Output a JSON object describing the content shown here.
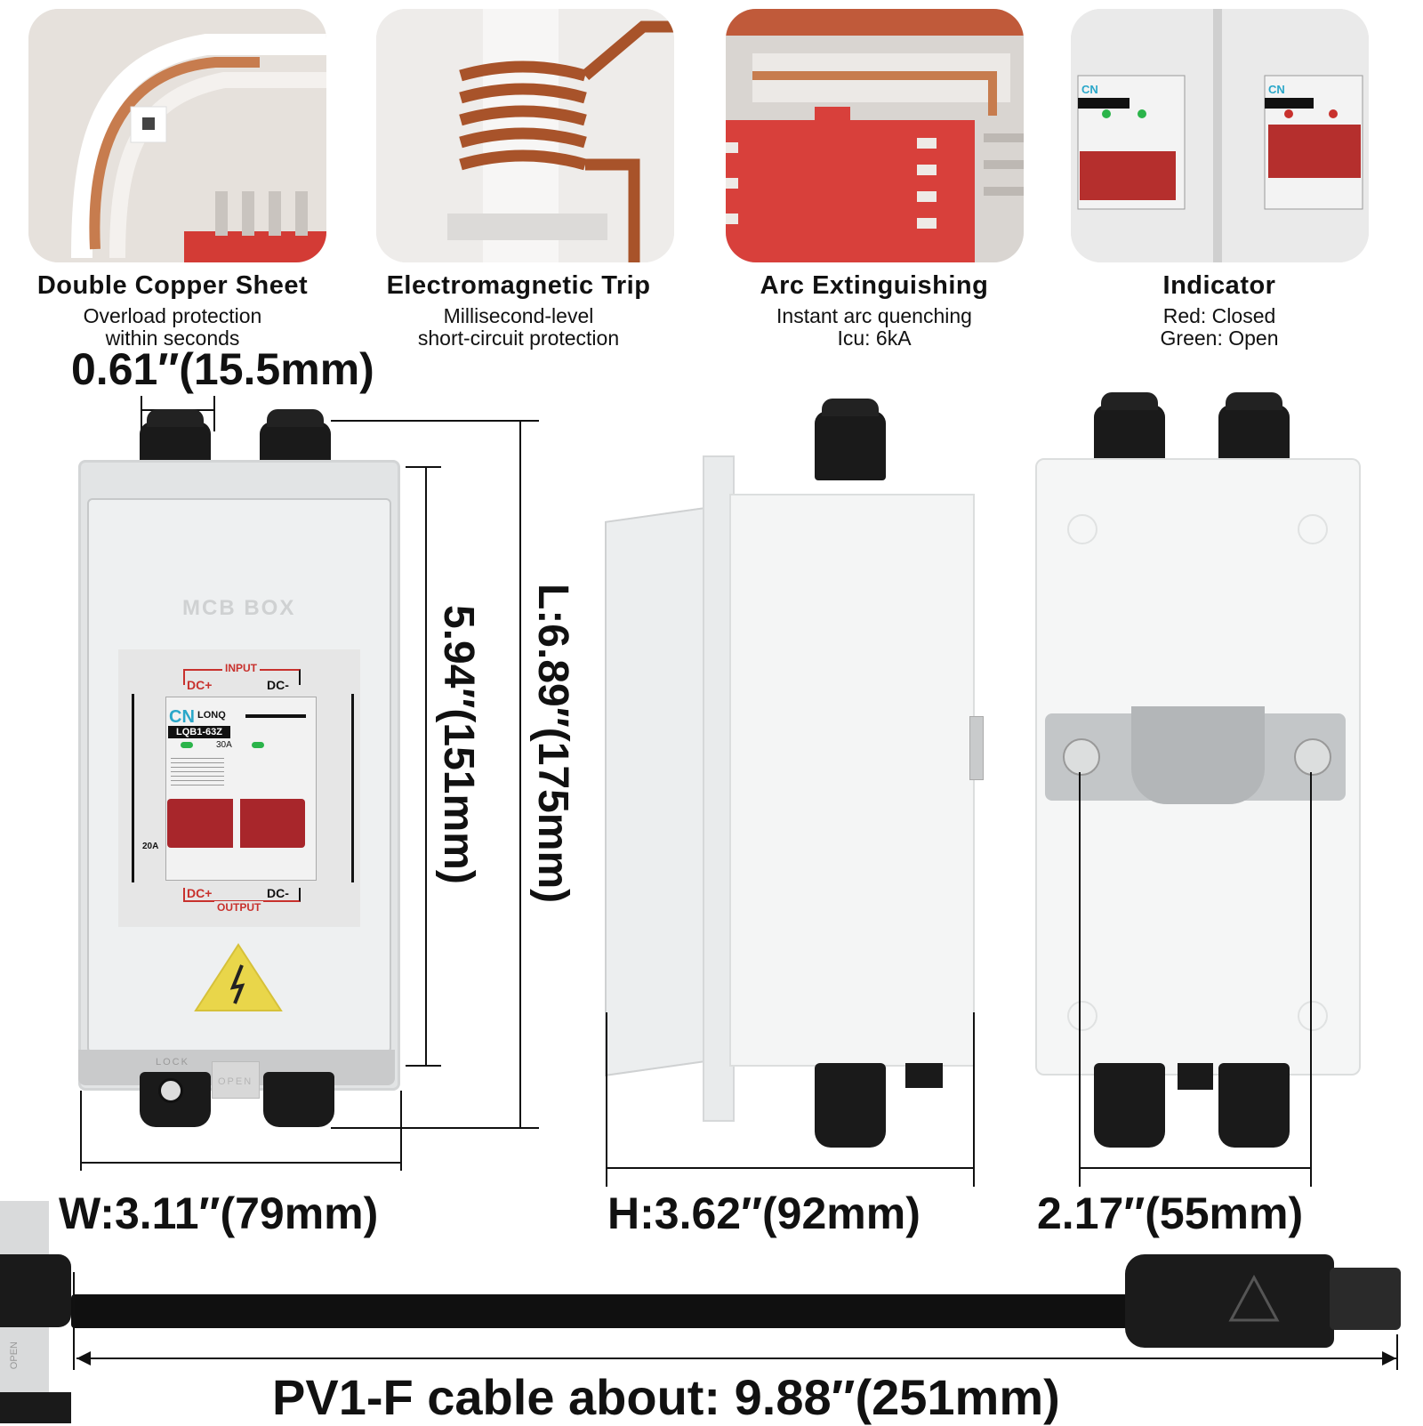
{
  "features": [
    {
      "title": "Double Copper Sheet",
      "line1": "Overload protection",
      "line2": "within seconds"
    },
    {
      "title": "Electromagnetic Trip",
      "line1": "Millisecond-level",
      "line2": "short-circuit protection"
    },
    {
      "title": "Arc Extinguishing",
      "line1": "Instant arc quenching",
      "line2": "Icu: 6kA"
    },
    {
      "title": "Indicator",
      "line1": "Red: Closed",
      "line2": "Green: Open"
    }
  ],
  "dimensions": {
    "gland": "0.61″(15.5mm)",
    "inner": "5.94″(151mm)",
    "length": "L:6.89″(175mm)",
    "width": "W:3.11″(79mm)",
    "height": "H:3.62″(92mm)",
    "mount": "2.17″(55mm)",
    "cable": "PV1-F cable about: 9.88″(251mm)"
  },
  "box": {
    "brand": "MCB BOX",
    "input": "INPUT",
    "output": "OUTPUT",
    "dc_plus": "DC+",
    "dc_minus": "DC-",
    "model": "LQB1-63Z",
    "rating": "30A",
    "side_rating": "20A",
    "logo_cn": "CN",
    "logo_lonq": "LONQ",
    "lock": "LOCK",
    "open": "OPEN"
  },
  "colors": {
    "red": "#c8312d",
    "green": "#2bb44a",
    "copper": "#b5683a"
  }
}
